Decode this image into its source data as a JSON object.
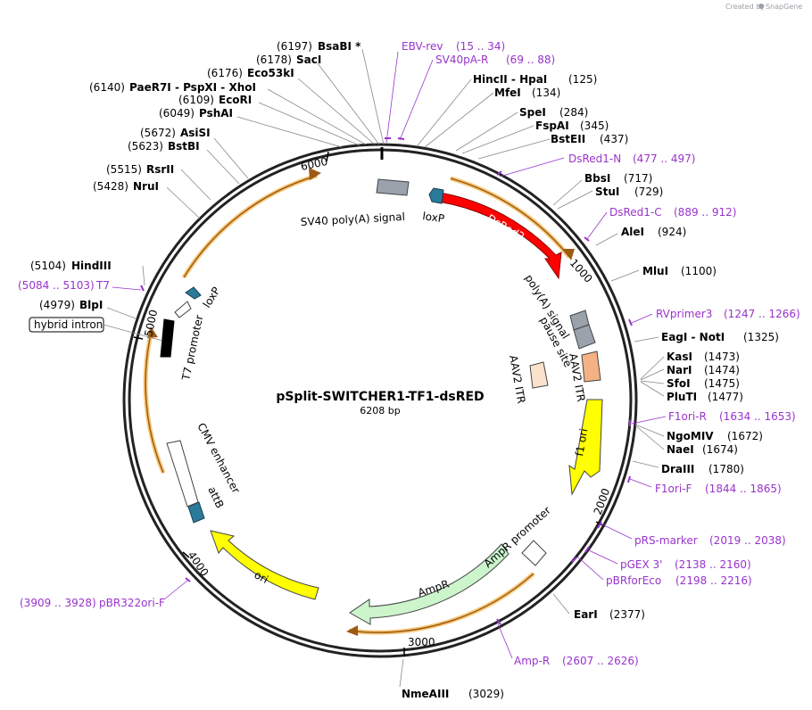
{
  "header": {
    "credit_text": "Created by",
    "brand": "SnapGene"
  },
  "plasmid": {
    "name": "pSplit-SWITCHER1-TF1-dsRED",
    "length_label": "6208 bp"
  },
  "ruler_ticks": [
    "1000",
    "2000",
    "3000",
    "4000",
    "5000",
    "6000"
  ],
  "enzymes": [
    {
      "name": "BsaBI *",
      "pos": "(6197)"
    },
    {
      "name": "SacI",
      "pos": "(6178)"
    },
    {
      "name": "Eco53kI",
      "pos": "(6176)"
    },
    {
      "name": "PaeR7I  - PspXI  - XhoI",
      "pos": "(6140)"
    },
    {
      "name": "EcoRI",
      "pos": "(6109)"
    },
    {
      "name": "PshAI",
      "pos": "(6049)"
    },
    {
      "name": "AsiSI",
      "pos": "(5672)"
    },
    {
      "name": "BstBI",
      "pos": "(5623)"
    },
    {
      "name": "RsrII",
      "pos": "(5515)"
    },
    {
      "name": "NruI",
      "pos": "(5428)"
    },
    {
      "name": "HindIII",
      "pos": "(5104)"
    },
    {
      "name": "BlpI",
      "pos": "(4979)"
    },
    {
      "name": "HincII  - HpaI",
      "pos": "(125)"
    },
    {
      "name": "MfeI",
      "pos": "(134)"
    },
    {
      "name": "SpeI",
      "pos": "(284)"
    },
    {
      "name": "FspAI",
      "pos": "(345)"
    },
    {
      "name": "BstEII",
      "pos": "(437)"
    },
    {
      "name": "BbsI",
      "pos": "(717)"
    },
    {
      "name": "StuI",
      "pos": "(729)"
    },
    {
      "name": "AleI",
      "pos": "(924)"
    },
    {
      "name": "MluI",
      "pos": "(1100)"
    },
    {
      "name": "EagI  - NotI",
      "pos": "(1325)"
    },
    {
      "name": "KasI",
      "pos": "(1473)"
    },
    {
      "name": "NarI",
      "pos": "(1474)"
    },
    {
      "name": "SfoI",
      "pos": "(1475)"
    },
    {
      "name": "PluTI",
      "pos": "(1477)"
    },
    {
      "name": "NgoMIV",
      "pos": "(1672)"
    },
    {
      "name": "NaeI",
      "pos": "(1674)"
    },
    {
      "name": "DraIII",
      "pos": "(1780)"
    },
    {
      "name": "EarI",
      "pos": "(2377)"
    },
    {
      "name": "NmeAIII",
      "pos": "(3029)"
    }
  ],
  "primers": [
    {
      "name": "EBV-rev",
      "range": "(15 .. 34)"
    },
    {
      "name": "SV40pA-R",
      "range": "(69 .. 88)"
    },
    {
      "name": "DsRed1-N",
      "range": "(477 .. 497)"
    },
    {
      "name": "DsRed1-C",
      "range": "(889 .. 912)"
    },
    {
      "name": "RVprimer3",
      "range": "(1247 .. 1266)"
    },
    {
      "name": "F1ori-R",
      "range": "(1634 .. 1653)"
    },
    {
      "name": "F1ori-F",
      "range": "(1844 .. 1865)"
    },
    {
      "name": "pRS-marker",
      "range": "(2019 .. 2038)"
    },
    {
      "name": "pGEX 3'",
      "range": "(2138 .. 2160)"
    },
    {
      "name": "pBRforEco",
      "range": "(2198 .. 2216)"
    },
    {
      "name": "Amp-R",
      "range": "(2607 .. 2626)"
    },
    {
      "name": "pBR322ori-F",
      "range": "(3909 .. 3928)"
    },
    {
      "name": "T7",
      "range": "(5084 .. 5103)"
    }
  ],
  "features": [
    {
      "name": "DsRed2",
      "color": "#ff0000"
    },
    {
      "name": "loxP",
      "color": "#2b7a9a"
    },
    {
      "name": "SV40 poly(A) signal",
      "color": "#9aa2ab"
    },
    {
      "name": "poly(A) signal",
      "color": "#9aa2ab"
    },
    {
      "name": "pause site",
      "color": "#9aa2ab"
    },
    {
      "name": "AAV2 ITR",
      "color": "#f4b183"
    },
    {
      "name": "AAV2 ITR",
      "color": "#fbe2cc"
    },
    {
      "name": "f1 ori",
      "color": "#ffff00"
    },
    {
      "name": "AmpR promoter",
      "color": "#ffffff"
    },
    {
      "name": "AmpR",
      "color": "#ccf5cc"
    },
    {
      "name": "ori",
      "color": "#ffff00"
    },
    {
      "name": "attB",
      "color": "#2b7a9a"
    },
    {
      "name": "CMV enhancer",
      "color": "#ffffff"
    },
    {
      "name": "T7 promoter",
      "color": "#ffffff"
    },
    {
      "name": "loxP",
      "color": "#2b7a9a"
    }
  ],
  "boxed_label": "hybrid intron",
  "colors": {
    "primer": "#9933cc",
    "orf_arc": "#e8a317",
    "backbone": "#222222"
  }
}
